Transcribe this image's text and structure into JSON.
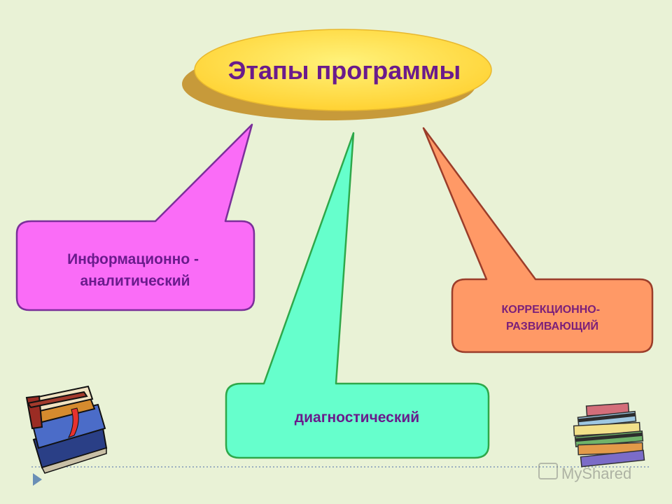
{
  "diagram": {
    "title": "Этапы программы",
    "stages": [
      {
        "label_lines": [
          "Информационно -",
          "аналитический"
        ],
        "fill": "#fa6cf7",
        "stroke": "#7b2f9a",
        "text_color": "#6a1b8c"
      },
      {
        "label_lines": [
          "диагностический"
        ],
        "fill": "#66ffcc",
        "stroke": "#2ea84a",
        "text_color": "#6a1b8c"
      },
      {
        "label_lines": [
          "КОРРЕКЦИОННО-",
          "РАЗВИВАЮЩИЙ"
        ],
        "fill": "#ff9966",
        "stroke": "#9b3d2a",
        "text_color": "#7a1f7a"
      }
    ]
  },
  "colors": {
    "background": "#e9f2d6",
    "title_ellipse": "#ffd84d",
    "title_shadow": "#c79a3a",
    "title_text": "#6a1b8c"
  },
  "icons": {
    "left_books": "stacked-books-icon",
    "right_books": "stacked-books-icon",
    "nav_arrow": "triangle-right-icon"
  },
  "watermark": {
    "text": "MyShared"
  }
}
